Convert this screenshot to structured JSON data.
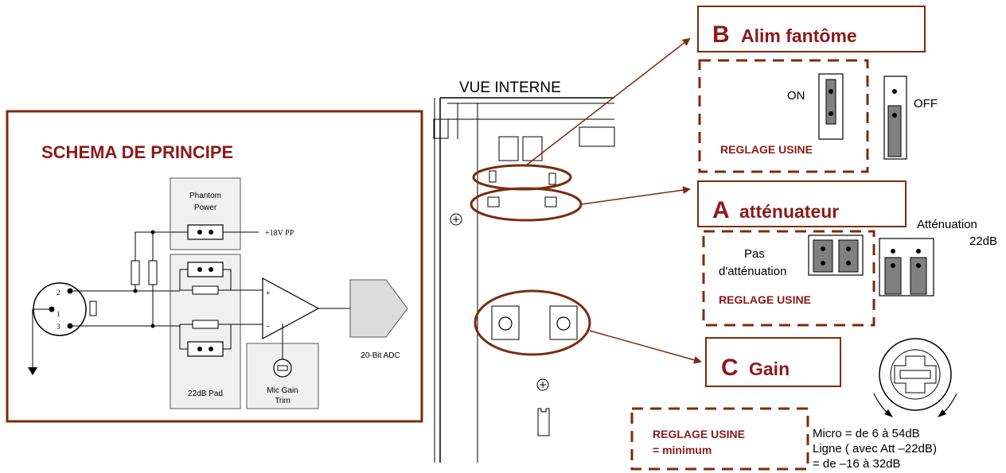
{
  "schematic": {
    "title": "SCHEMA DE PRINCIPE",
    "phantom_label_1": "Phantom",
    "phantom_label_2": "Power",
    "voltage": "+18V PP",
    "pad_label": "22dB Pad",
    "trim_label_1": "Mic Gain",
    "trim_label_2": "Trim",
    "adc_label": "20-Bit ADC",
    "pins": [
      "2",
      "1",
      "3"
    ],
    "plus_sign": "+",
    "minus_sign": "-"
  },
  "internal_view": {
    "title": "VUE INTERNE"
  },
  "section_b": {
    "letter": "B",
    "title": "Alim fantôme",
    "on_label": "ON",
    "off_label": "OFF",
    "factory_label": "REGLAGE USINE"
  },
  "section_a": {
    "letter": "A",
    "title": "atténuateur",
    "no_att_1": "Pas",
    "no_att_2": "d'atténuation",
    "att_1": "Atténuation",
    "att_2": "22dB",
    "factory_label": "REGLAGE USINE"
  },
  "section_c": {
    "letter": "C",
    "title": "Gain",
    "factory_label_1": "REGLAGE USINE",
    "factory_label_2": "= minimum",
    "range_micro": "Micro = de 6 à 54dB",
    "range_line_1": "Ligne ( avec Att –22dB)",
    "range_line_2": "= de –16 à 32dB"
  },
  "colors": {
    "accent": "#7a2c0e",
    "title_red": "#8b1a1a",
    "panel_grey": "#f0f0f0"
  }
}
